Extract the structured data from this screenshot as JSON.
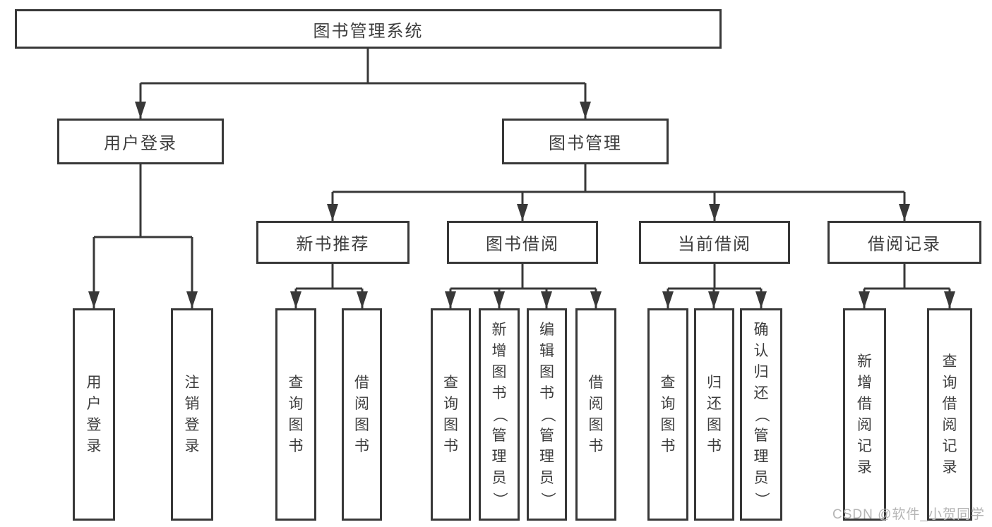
{
  "tree": {
    "root": {
      "label": "图书管理系统",
      "children": [
        {
          "label": "用户登录",
          "children": [
            {
              "label": "用户登录"
            },
            {
              "label": "注销登录"
            }
          ]
        },
        {
          "label": "图书管理",
          "children": [
            {
              "label": "新书推荐",
              "children": [
                {
                  "label": "查询图书"
                },
                {
                  "label": "借阅图书"
                }
              ]
            },
            {
              "label": "图书借阅",
              "children": [
                {
                  "label": "查询图书"
                },
                {
                  "label": "新增图书（管理员）"
                },
                {
                  "label": "编辑图书（管理员）"
                },
                {
                  "label": "借阅图书"
                }
              ]
            },
            {
              "label": "当前借阅",
              "children": [
                {
                  "label": "查询图书"
                },
                {
                  "label": "归还图书"
                },
                {
                  "label": "确认归还（管理员）"
                }
              ]
            },
            {
              "label": "借阅记录",
              "children": [
                {
                  "label": "新增借阅记录"
                },
                {
                  "label": "查询借阅记录"
                }
              ]
            }
          ]
        }
      ]
    }
  },
  "watermark": {
    "text": "CSDN @软件_小贺同学"
  },
  "colors": {
    "line": "#383838",
    "box_border": "#383838",
    "text": "#3d3d3d",
    "background": "#ffffff",
    "watermark": "#b5b5b5"
  }
}
